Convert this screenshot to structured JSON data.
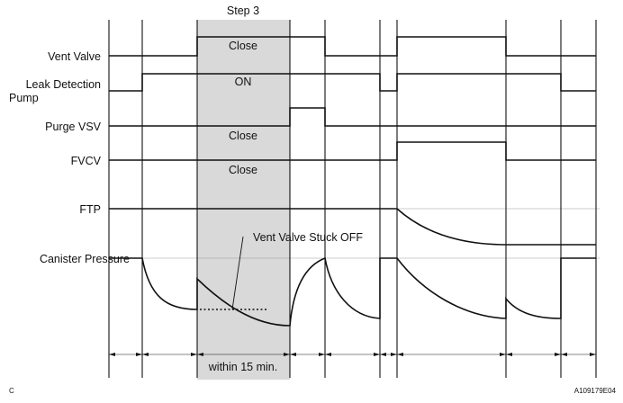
{
  "step_label": "Step 3",
  "signals": {
    "vent_valve": "Vent Valve",
    "leak_pump_line1": "Leak Detection",
    "leak_pump_line2": "Pump",
    "purge_vsv": "Purge VSV",
    "fvcv": "FVCV",
    "ftp": "FTP",
    "canister_pressure": "Canister Pressure"
  },
  "states": {
    "vent_close": "Close",
    "pump_on": "ON",
    "purge_close": "Close",
    "fvcv_close": "Close"
  },
  "annotation": "Vent Valve Stuck OFF",
  "interval_label": "within 15 min.",
  "corner_left": "C",
  "figure_id": "A109179E04",
  "colors": {
    "step_shade": "#d9d9d9",
    "trace": "#111111"
  }
}
